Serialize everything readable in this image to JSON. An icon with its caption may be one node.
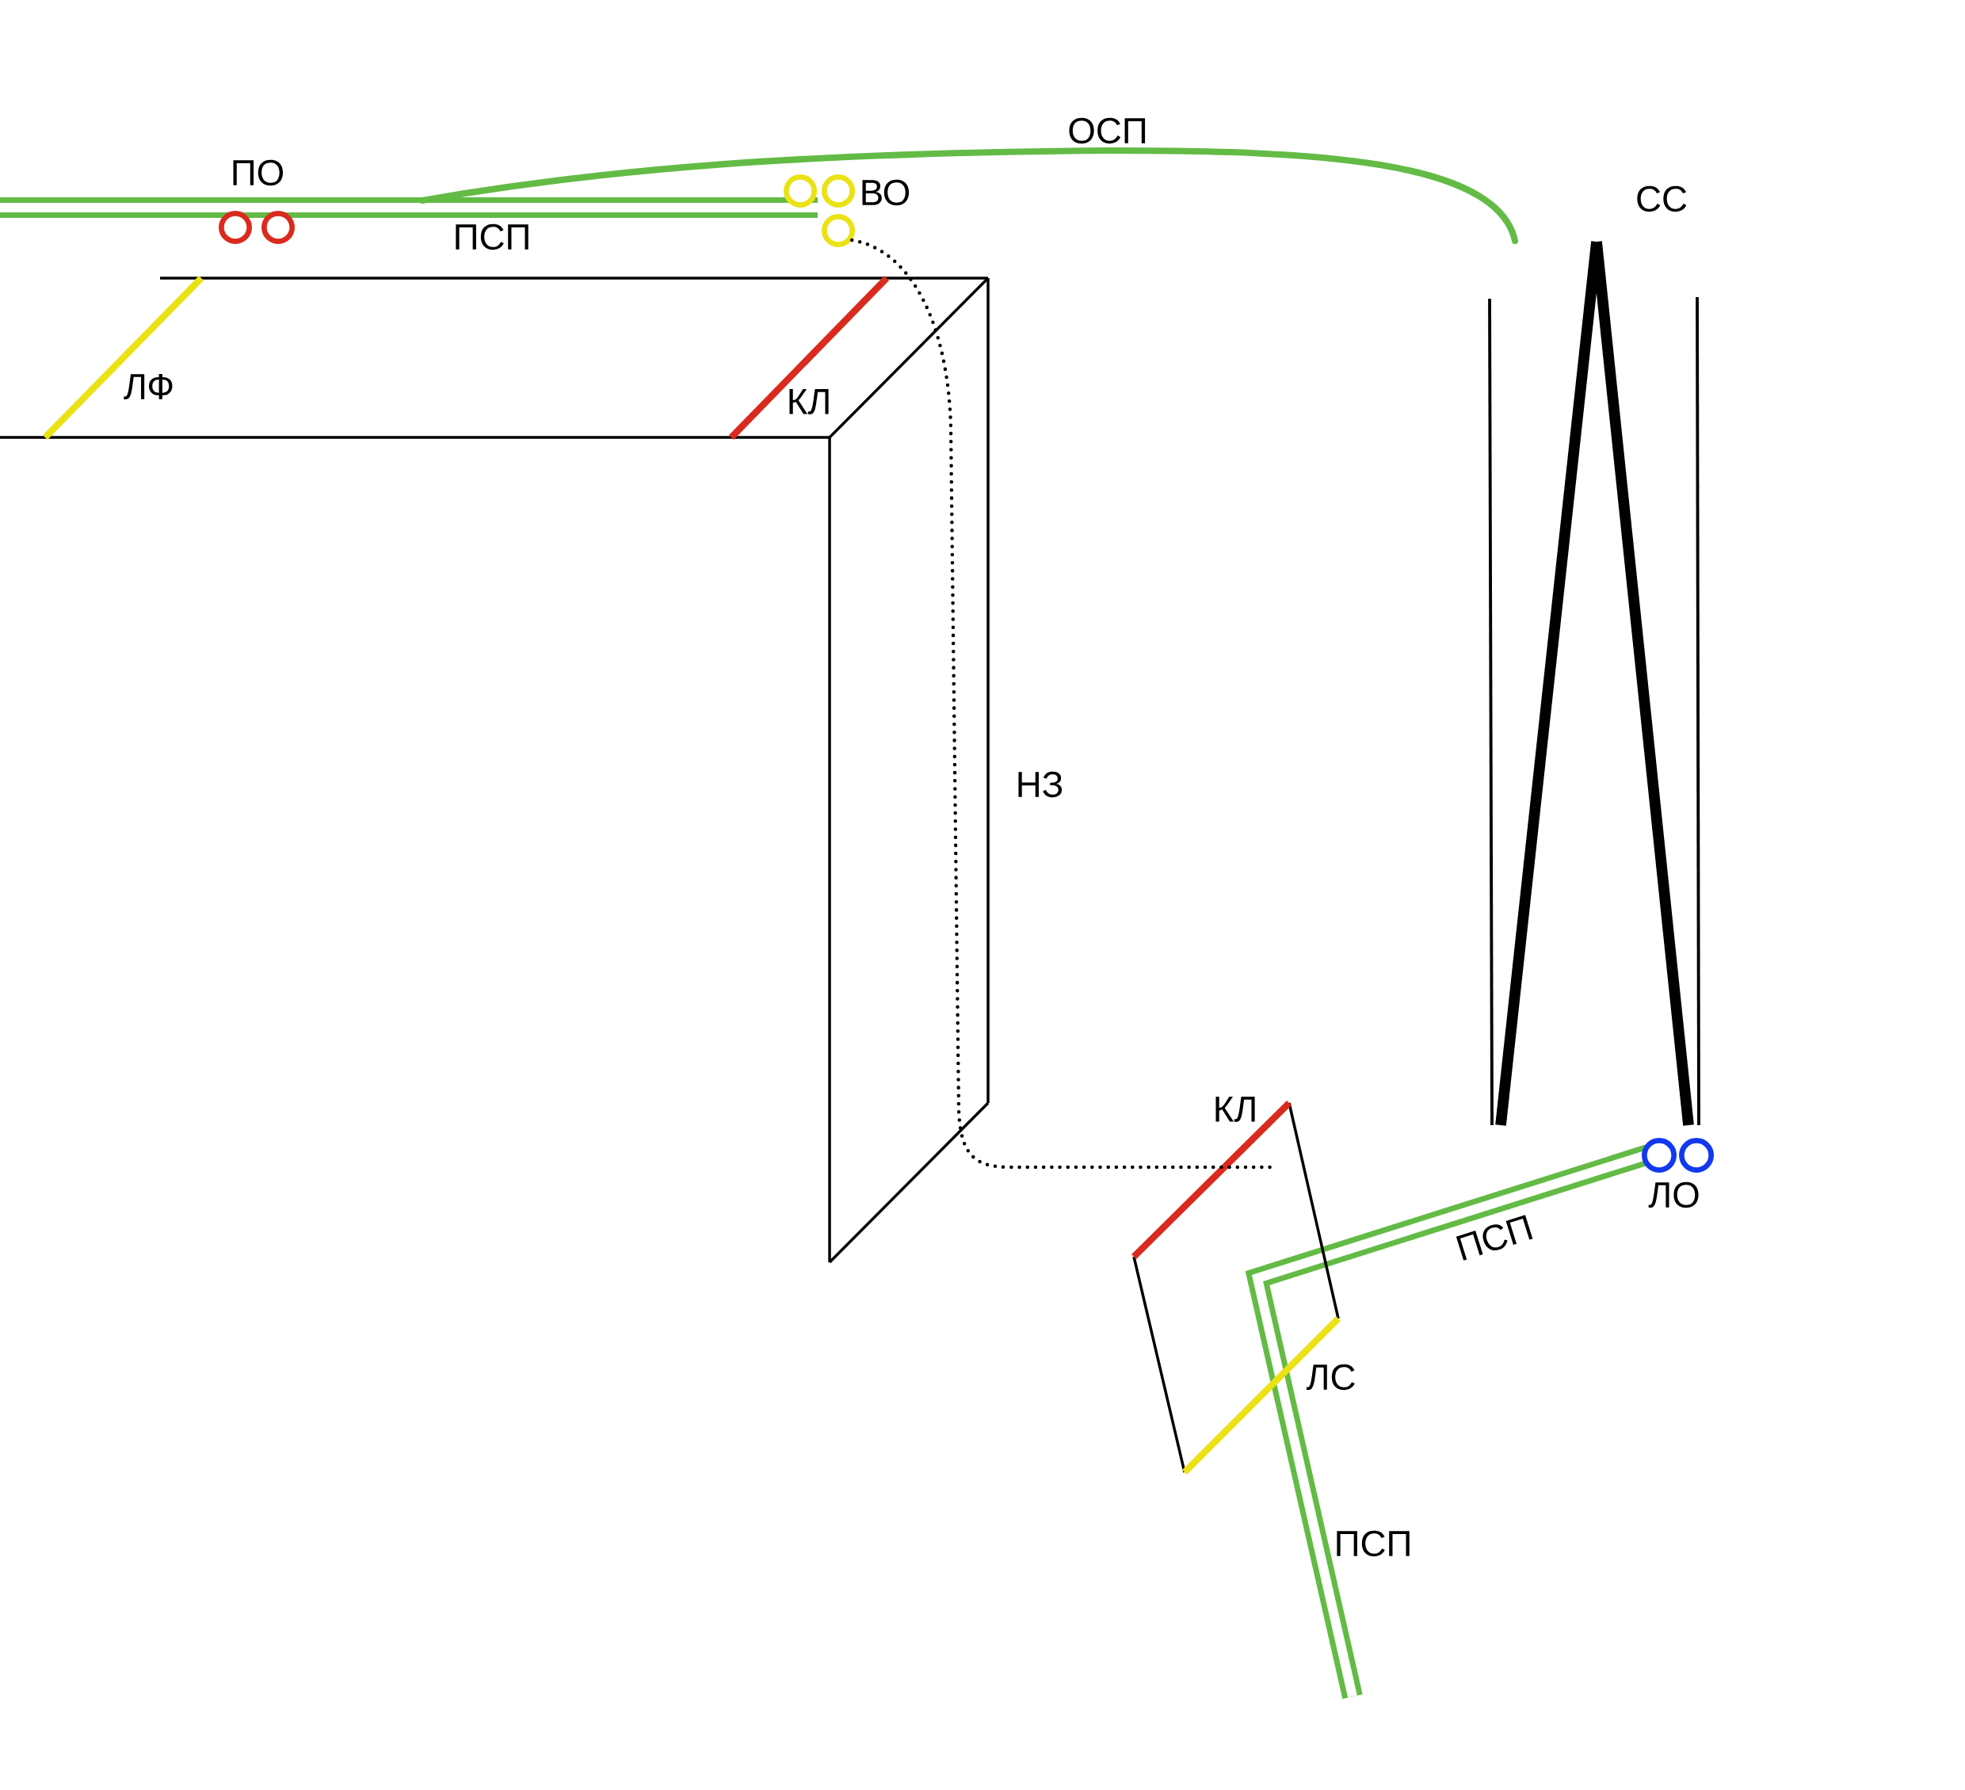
{
  "diagram": {
    "nodes": [
      {
        "text": [],
        "shape": "line",
        "beside": [
          "ПСП"
        ]
      },
      {
        "text": [],
        "shape": "circle"
      },
      {
        "text": [],
        "shape": "circle"
      },
      {
        "text": [],
        "shape": "circle"
      },
      {
        "text": [],
        "shape": "circle"
      },
      {
        "text": [],
        "shape": "circle"
      },
      {
        "text": [],
        "shape": "tower",
        "beside": [
          "СС"
        ]
      },
      {
        "text": [
          "КЛ",
          "ЛС"
        ]
      },
      {
        "text": [],
        "shape": "circle"
      },
      {
        "text": [],
        "shape": "circle"
      }
    ],
    "edges": [
      {
        "from": 0,
        "to": 6,
        "arrow": "none",
        "label": "ОСП",
        "color": "#63bb46"
      },
      {
        "from": 5,
        "to": 7,
        "arrow": "none",
        "style": "dashed",
        "color": "#000000"
      }
    ],
    "labels": [
      "ПО",
      "ВО",
      "ЛФ",
      "КЛ",
      "НЗ",
      "ЛО",
      "ПСП",
      "ПСП"
    ]
  }
}
